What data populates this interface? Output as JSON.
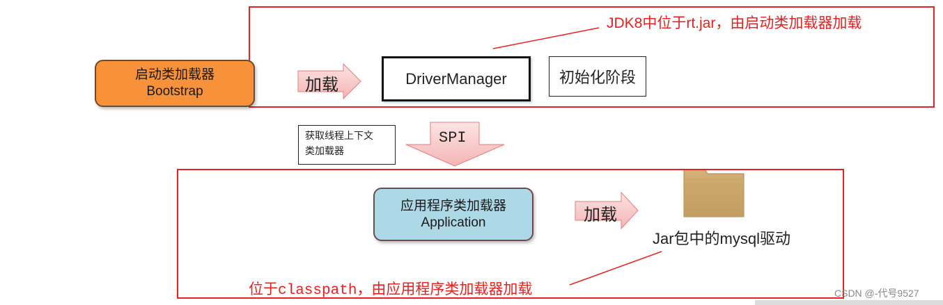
{
  "top_annotation": "JDK8中位于rt.jar，由启动类加载器加载",
  "bootstrap": {
    "line1": "启动类加载器",
    "line2": "Bootstrap"
  },
  "load_arrow_top": "加载",
  "driver_manager": "DriverManager",
  "init_stage": "初始化阶段",
  "context_loader_line1": "获取线程上下文",
  "context_loader_line2": "类加载器",
  "spi_label": "SPI",
  "application": {
    "line1": "应用程序类加载器",
    "line2": "Application"
  },
  "load_arrow_bottom": "加载",
  "jar_label": "Jar包中的mysql驱动",
  "bottom_annotation": "位于classpath，由应用程序类加载器加载",
  "watermark": "CSDN @-代号9527",
  "colors": {
    "red": "#e82020",
    "bootstrap_fill": "#f7923a",
    "application_fill": "#add8e6",
    "arrow_fill": "#f9d0d0",
    "folder": "#c8a46a"
  }
}
